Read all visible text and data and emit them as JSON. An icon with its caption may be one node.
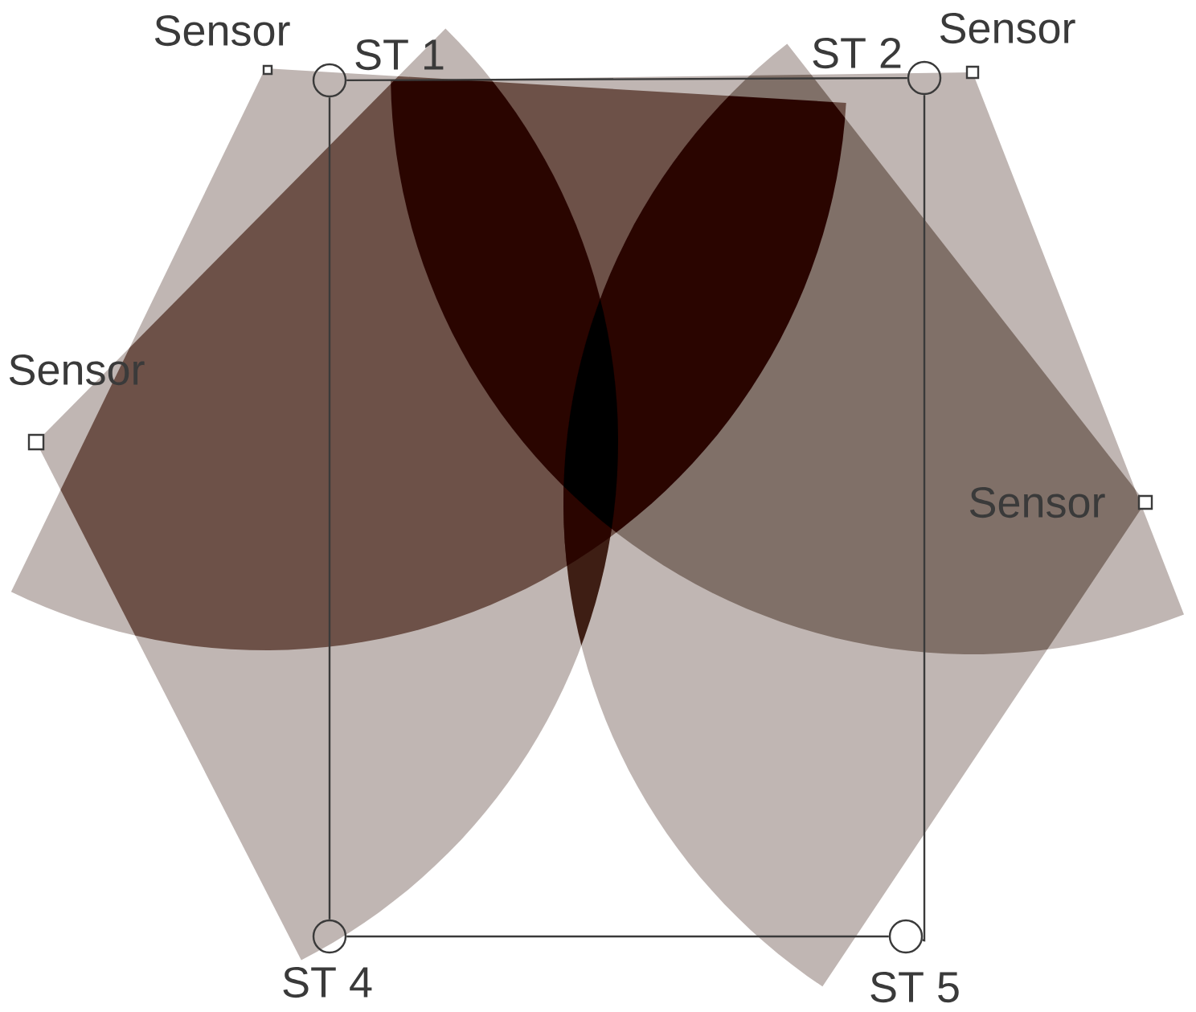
{
  "diagram": {
    "nodes": [
      {
        "text": [
          "Sensor"
        ]
      },
      {
        "text": [
          "ST 1"
        ]
      },
      {
        "text": [
          "ST 2"
        ]
      },
      {
        "text": [
          "Sensor"
        ]
      },
      {
        "text": [
          "Sensor"
        ]
      },
      {
        "text": [
          "Sensor"
        ]
      },
      {
        "text": [
          "ST 4"
        ]
      },
      {
        "text": [
          "ST 5"
        ]
      }
    ],
    "edges": [
      {
        "from": 1,
        "to": 2,
        "arrow": "none"
      },
      {
        "from": 2,
        "to": 7,
        "arrow": "none"
      },
      {
        "from": 7,
        "to": 6,
        "arrow": "none"
      },
      {
        "from": 6,
        "to": 1,
        "arrow": "none"
      }
    ]
  }
}
